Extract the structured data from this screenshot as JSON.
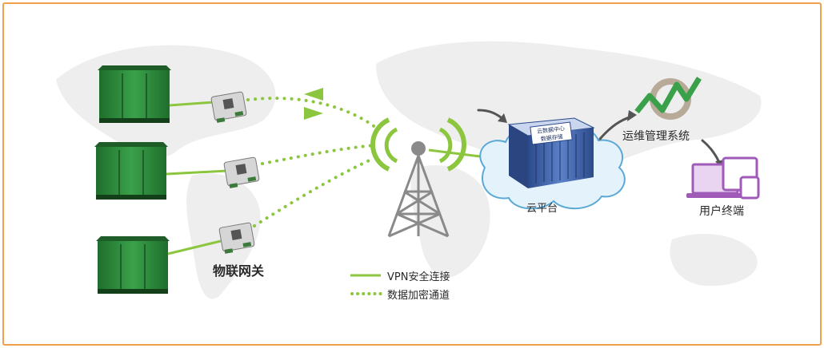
{
  "labels": {
    "gateway": "物联网关",
    "cloud": "云平台",
    "ops_system": "运维管理系统",
    "user_terminal": "用户终端",
    "legend_vpn": "VPN安全连接",
    "legend_data": "数据加密通道",
    "server_text_1": "云数据中心",
    "server_text_2": "数据存储"
  },
  "colors": {
    "frame_border": "#f0a04b",
    "link_green": "#8cc63f",
    "dot_green": "#8cc63f",
    "cabinet_green": "#2e8b3a",
    "cloud_fill": "#dff1fb",
    "cloud_stroke": "#5aa9d6",
    "server_blue": "#3b5fa8",
    "terminal_purple": "#a05ab8",
    "arrow_gray": "#555555"
  }
}
